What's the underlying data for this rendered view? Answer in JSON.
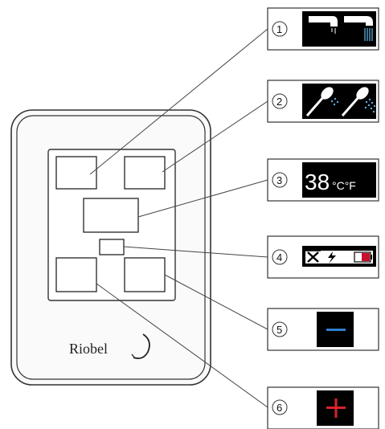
{
  "brand": {
    "name": "Riobel"
  },
  "callouts": [
    {
      "number": "1",
      "icon": "faucet-and-shower-outlet-icon"
    },
    {
      "number": "2",
      "icon": "handshower-spray-icon"
    },
    {
      "number": "3",
      "icon": "temperature-display-icon",
      "temp_value": "38",
      "temp_units": "°C°F"
    },
    {
      "number": "4",
      "icon": "status-indicators-icon"
    },
    {
      "number": "5",
      "icon": "minus-icon",
      "color": "#2f7fd0"
    },
    {
      "number": "6",
      "icon": "plus-icon",
      "color": "#d8232a"
    }
  ],
  "colors": {
    "panel_black": "#000000",
    "minus_blue": "#2f7fd0",
    "plus_red": "#d8232a",
    "battery_red": "#c8102e"
  }
}
